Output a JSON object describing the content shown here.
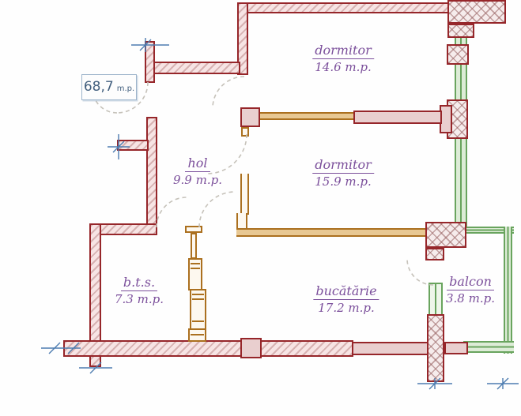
{
  "plan": {
    "type": "apartment-floor-plan",
    "total": {
      "value": "68,7",
      "unit": "m.p."
    },
    "rooms": [
      {
        "name": "dormitor",
        "area": "14.6 m.p."
      },
      {
        "name": "dormitor",
        "area": "15.9 m.p."
      },
      {
        "name": "hol",
        "area": "9.9 m.p."
      },
      {
        "name": "b.t.s.",
        "area": "7.3 m.p."
      },
      {
        "name": "bucătărie",
        "area": "17.2 m.p."
      },
      {
        "name": "balcon",
        "area": "3.8 m.p."
      }
    ],
    "colors": {
      "exterior_wall_outline": "#96262a",
      "exterior_wall_fill": "#f7e4e4",
      "partition_orange": "#ab701f",
      "balcony_green": "#69a45e",
      "balcony_green_fill": "#ddecd7",
      "room_label_purple": "#7b4f9b",
      "total_box_border": "#9db4cb",
      "total_text": "#43607f",
      "dimension_blue": "#4d7cb0",
      "door_arc_gray": "#c6c2ba"
    }
  }
}
